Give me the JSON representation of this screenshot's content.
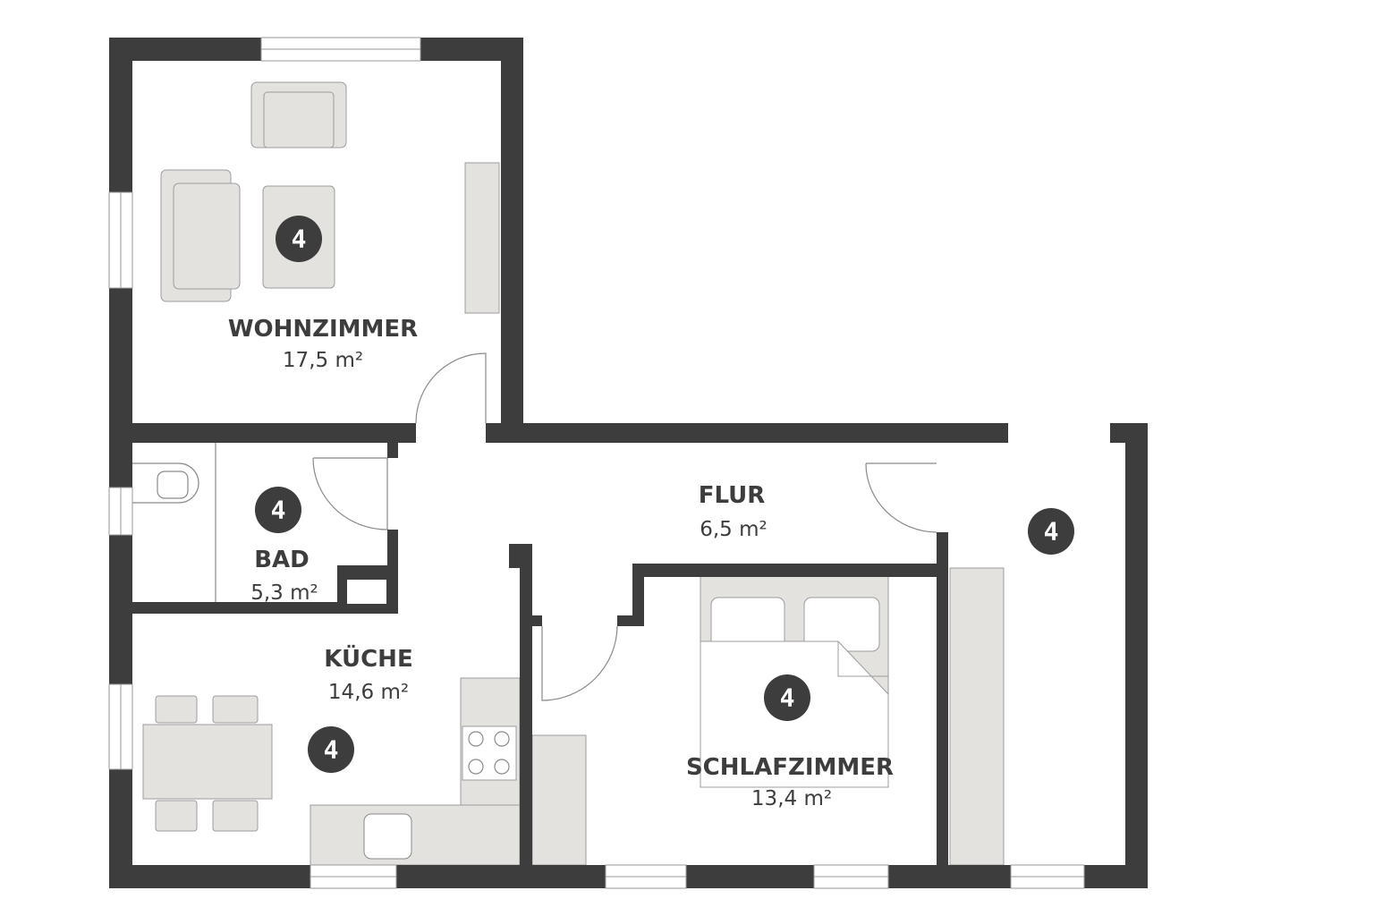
{
  "rooms": {
    "wohnzimmer": {
      "name": "WOHNZIMMER",
      "area": "17,5 m²",
      "badge": "4"
    },
    "bad": {
      "name": "BAD",
      "area": "5,3 m²",
      "badge": "4"
    },
    "kueche": {
      "name": "KÜCHE",
      "area": "14,6 m²",
      "badge": "4"
    },
    "flur": {
      "name": "FLUR",
      "area": "6,5 m²",
      "badge": "4"
    },
    "schlafzimmer": {
      "name": "SCHLAFZIMMER",
      "area": "13,4 m²",
      "badge": "4"
    }
  },
  "colors": {
    "wall": "#3d3d3d",
    "furniture": "#e3e2de"
  }
}
